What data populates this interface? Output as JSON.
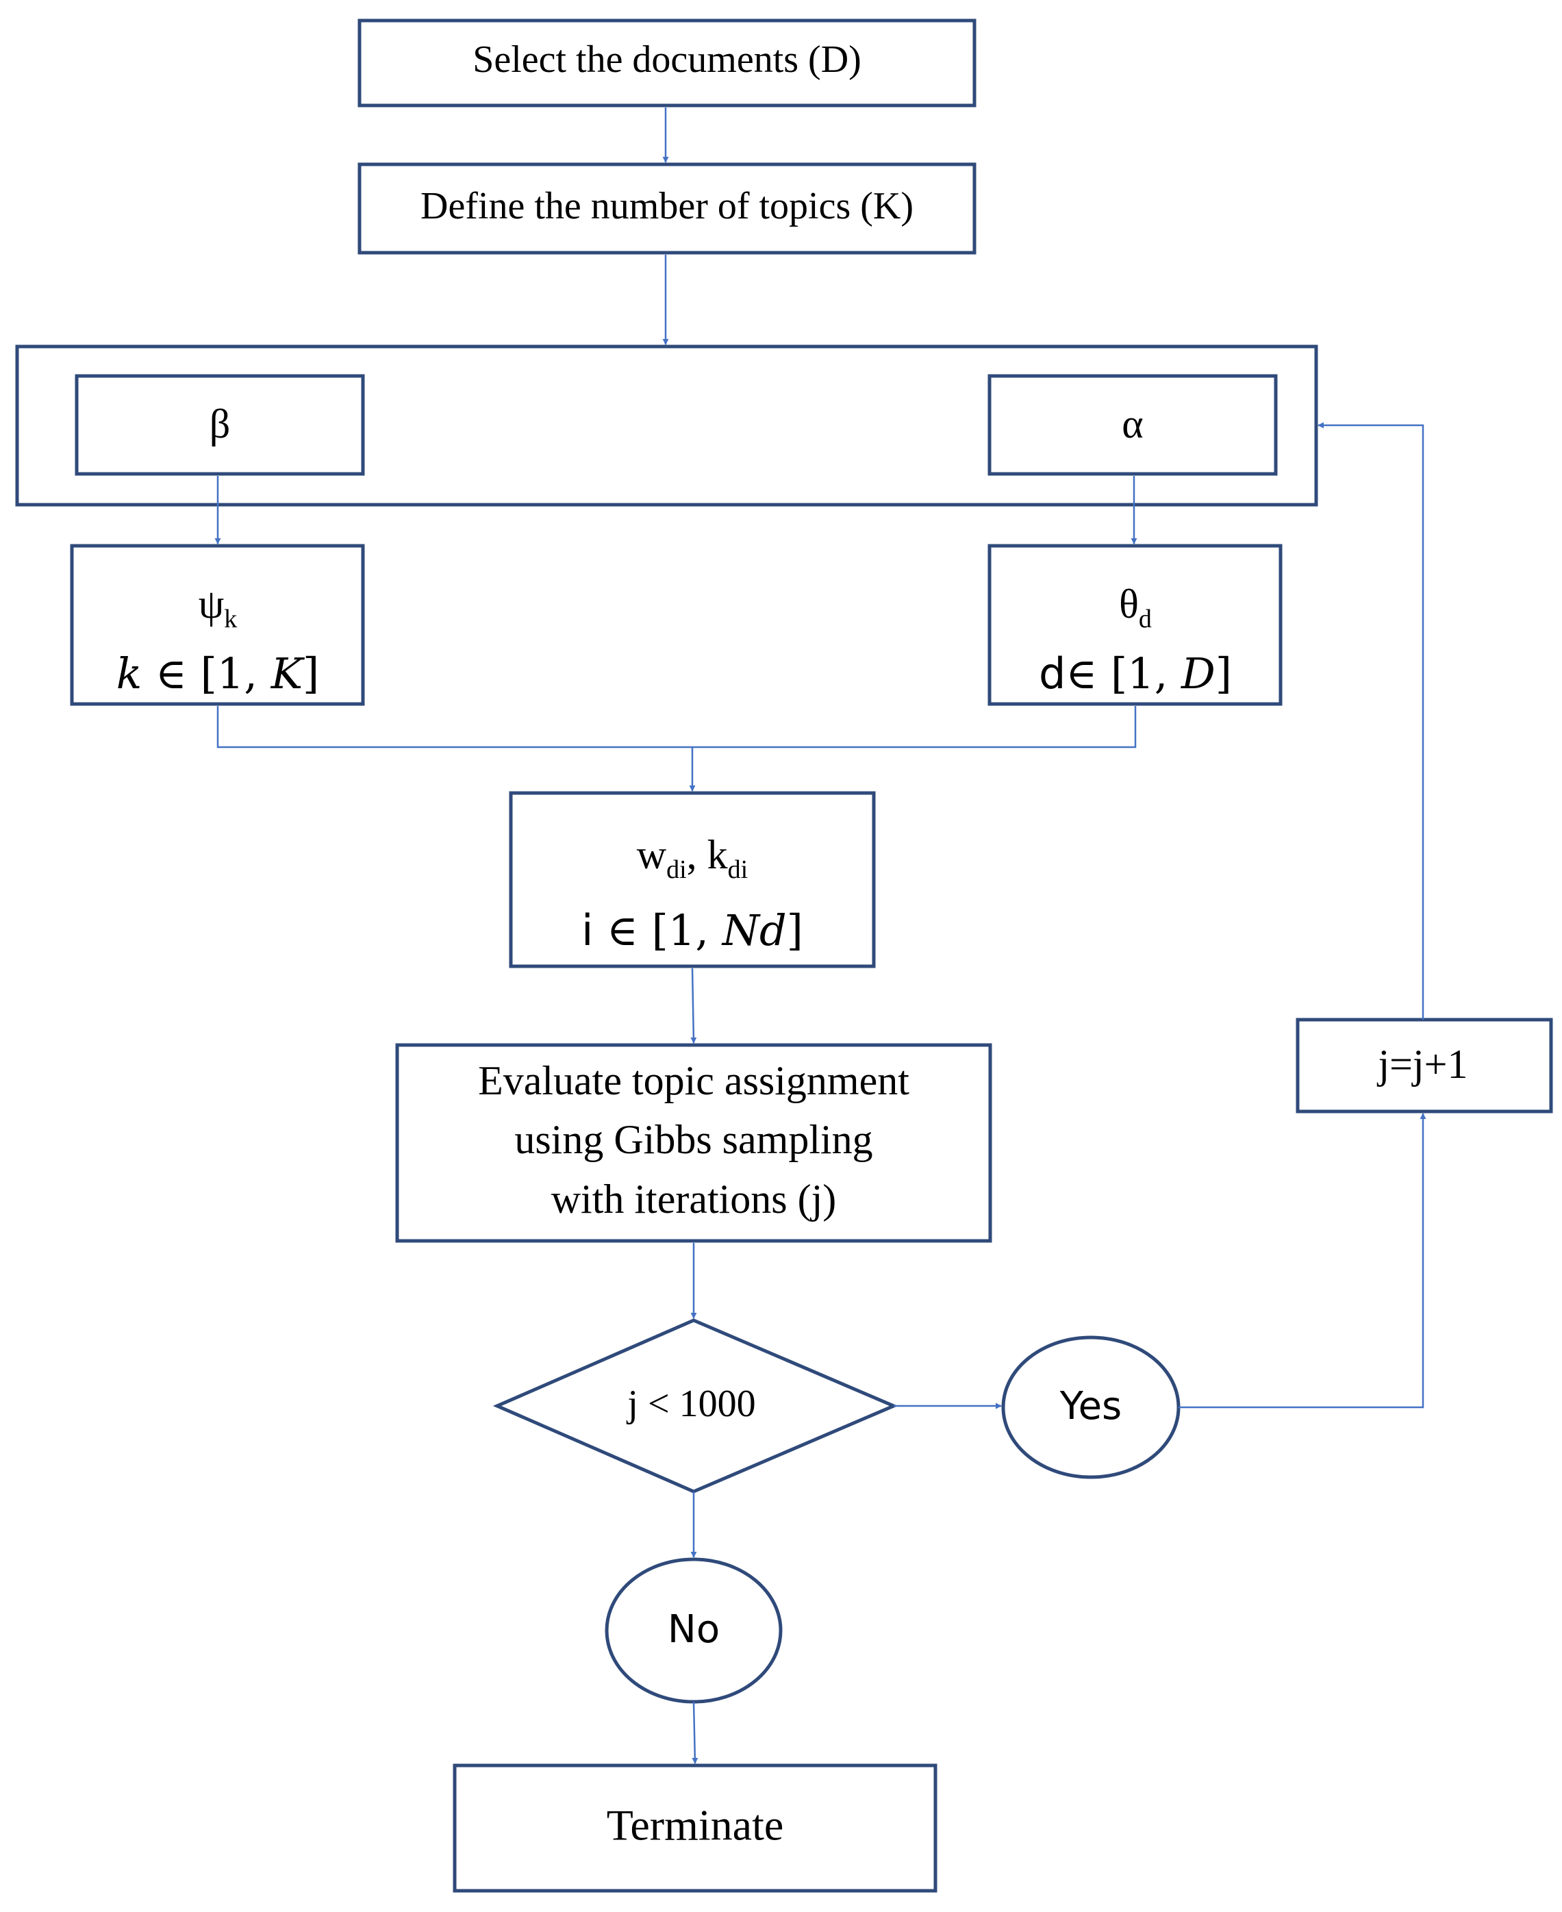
{
  "nodes": {
    "select_docs": "Select the documents (D)",
    "define_topics": "Define the number of topics (K)",
    "beta": "β",
    "alpha": "α",
    "psi": {
      "symbol": "ψ",
      "sub": "k",
      "range_var": "k",
      "range_mid": " ∈ [1, ",
      "range_end_var": "K",
      "range_close": "]"
    },
    "theta": {
      "symbol": "θ",
      "sub": "d",
      "range_var": "d",
      "range_mid": "∈ [1, ",
      "range_end_var": "D",
      "range_close": "]"
    },
    "wk": {
      "w": "w",
      "w_sub": "di",
      "sep": ", k",
      "k_sub": "di",
      "range_var": "i",
      "range_mid": " ∈ [1, ",
      "range_end_var": "Nd",
      "range_close": "]"
    },
    "evaluate": [
      "Evaluate topic assignment",
      "using Gibbs sampling",
      "with iterations (j)"
    ],
    "decision": "j < 1000",
    "yes": "Yes",
    "no": "No",
    "increment": "j=j+1",
    "terminate": "Terminate"
  },
  "colors": {
    "box_border": "#2F4A7A",
    "connector": "#4472C4",
    "text": "#000000"
  }
}
